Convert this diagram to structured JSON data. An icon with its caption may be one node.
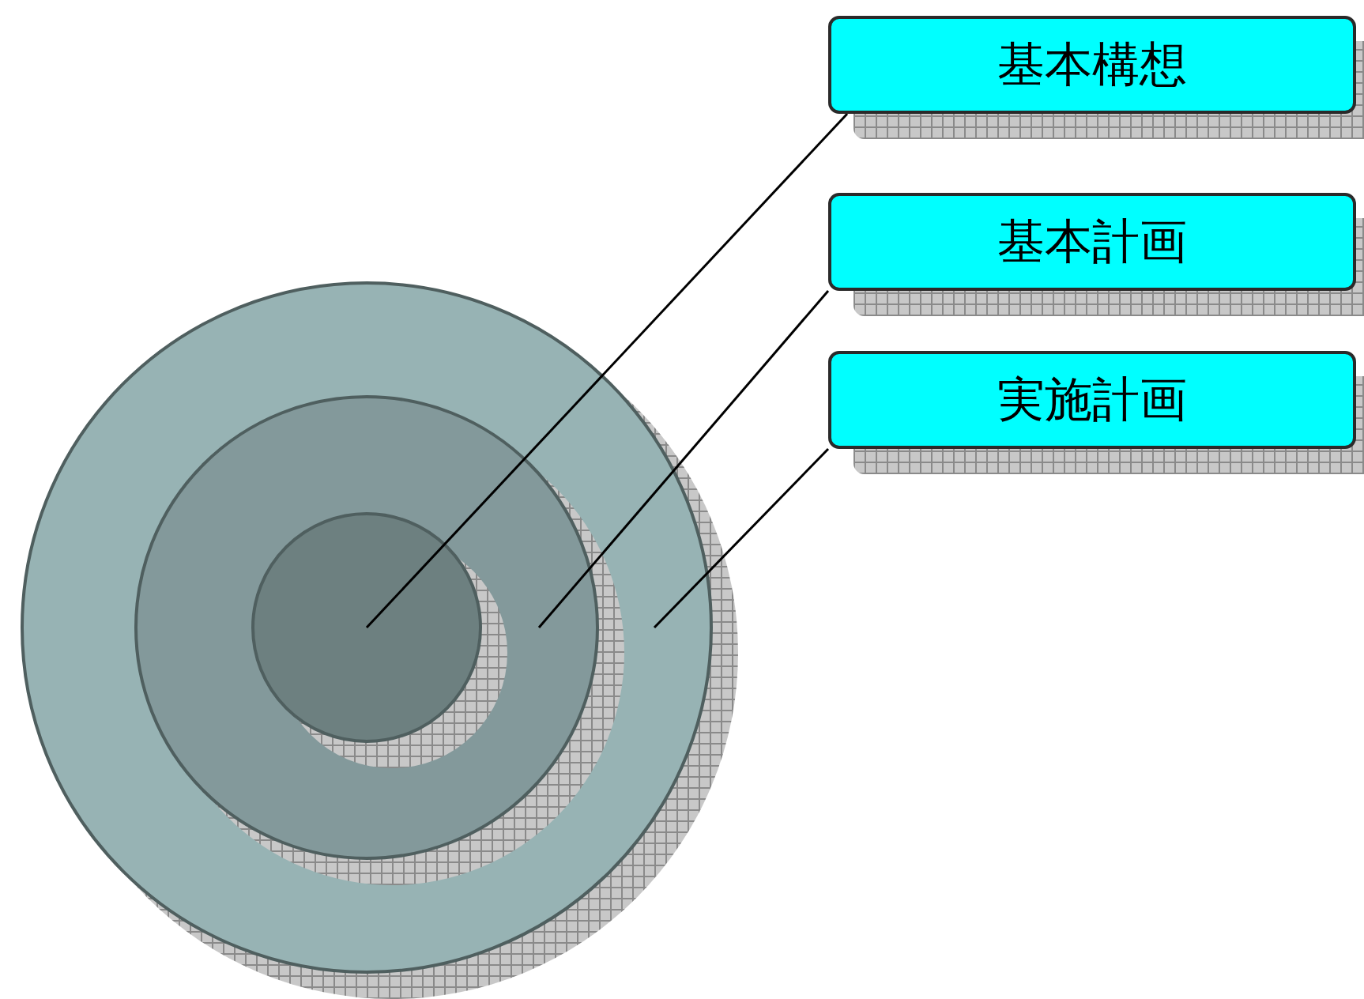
{
  "diagram": {
    "nodes": [
      {
        "text": [
          "基本構想"
        ]
      },
      {
        "text": [
          "基本計画"
        ]
      },
      {
        "text": [
          "実施計画"
        ]
      },
      {
        "text": [],
        "shape": "circle"
      },
      {
        "text": [],
        "shape": "circle",
        "in": 3
      },
      {
        "text": [],
        "shape": "circle",
        "in": 4
      }
    ],
    "edges": [
      {
        "from": 0,
        "to": 5,
        "arrow": "none"
      },
      {
        "from": 1,
        "to": 4,
        "arrow": "none"
      },
      {
        "from": 2,
        "to": 3,
        "arrow": "none"
      }
    ]
  }
}
